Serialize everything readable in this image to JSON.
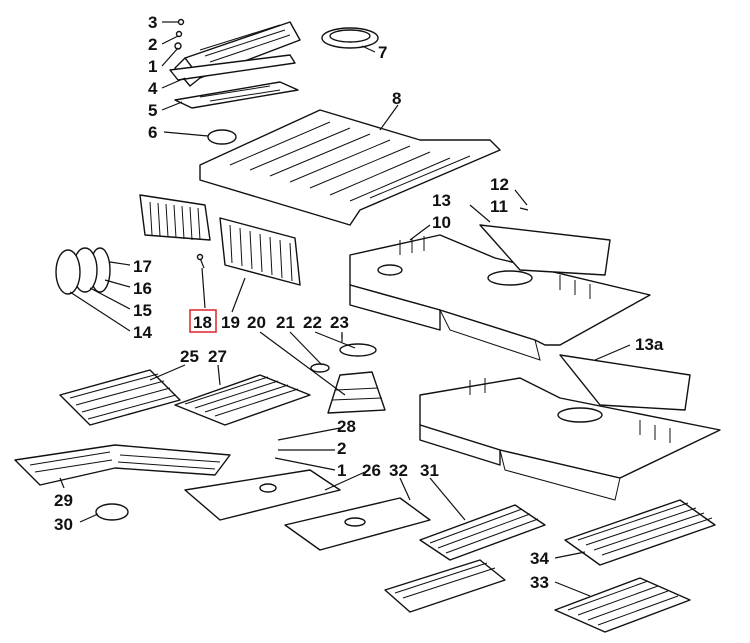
{
  "diagram": {
    "title": "",
    "highlight_color": "#e0303a",
    "line_color": "#111111",
    "highlighted_callout": "18",
    "callouts": [
      {
        "id": "c3",
        "text": "3"
      },
      {
        "id": "c2a",
        "text": "2"
      },
      {
        "id": "c1a",
        "text": "1"
      },
      {
        "id": "c4",
        "text": "4"
      },
      {
        "id": "c5",
        "text": "5"
      },
      {
        "id": "c6",
        "text": "6"
      },
      {
        "id": "c7",
        "text": "7"
      },
      {
        "id": "c8",
        "text": "8"
      },
      {
        "id": "c12",
        "text": "12"
      },
      {
        "id": "c11",
        "text": "11"
      },
      {
        "id": "c13",
        "text": "13"
      },
      {
        "id": "c10",
        "text": "10"
      },
      {
        "id": "c17",
        "text": "17"
      },
      {
        "id": "c16",
        "text": "16"
      },
      {
        "id": "c15",
        "text": "15"
      },
      {
        "id": "c14",
        "text": "14"
      },
      {
        "id": "c18",
        "text": "18"
      },
      {
        "id": "c19",
        "text": "19"
      },
      {
        "id": "c20",
        "text": "20"
      },
      {
        "id": "c21",
        "text": "21"
      },
      {
        "id": "c22",
        "text": "22"
      },
      {
        "id": "c23",
        "text": "23"
      },
      {
        "id": "c25",
        "text": "25"
      },
      {
        "id": "c27",
        "text": "27"
      },
      {
        "id": "c13a",
        "text": "13a"
      },
      {
        "id": "c28",
        "text": "28"
      },
      {
        "id": "c2b",
        "text": "2"
      },
      {
        "id": "c1b",
        "text": "1"
      },
      {
        "id": "c26",
        "text": "26"
      },
      {
        "id": "c32",
        "text": "32"
      },
      {
        "id": "c31",
        "text": "31"
      },
      {
        "id": "c29",
        "text": "29"
      },
      {
        "id": "c30",
        "text": "30"
      },
      {
        "id": "c34",
        "text": "34"
      },
      {
        "id": "c33",
        "text": "33"
      }
    ]
  }
}
